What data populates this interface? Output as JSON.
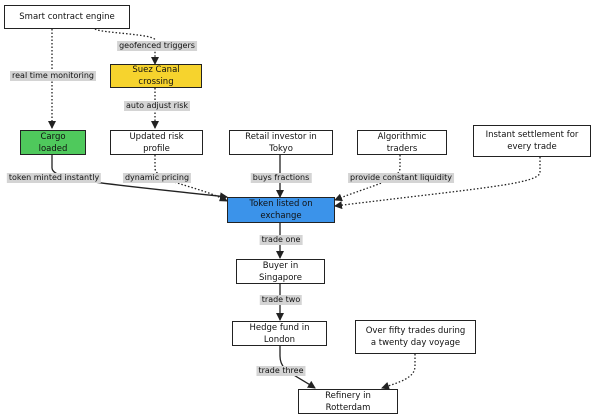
{
  "nodes": {
    "engine": "Smart contract engine",
    "suez": "Suez Canal crossing",
    "cargo": "Cargo loaded",
    "risk": "Updated risk profile",
    "retail": "Retail investor in Tokyo",
    "algo": "Algorithmic traders",
    "instant": "Instant settlement for every trade",
    "token": "Token listed on exchange",
    "singapore": "Buyer in Singapore",
    "hedge": "Hedge fund in London",
    "fifty": "Over fifty trades during a twenty day voyage",
    "refinery": "Refinery in Rotterdam"
  },
  "node_colors": {
    "suez": "#f6d32d",
    "cargo": "#4fc95c",
    "token": "#3b93ea"
  },
  "edges": {
    "engine_cargo": "real time monitoring",
    "engine_suez": "geofenced triggers",
    "suez_risk": "auto adjust risk",
    "cargo_token": "token minted instantly",
    "risk_token": "dynamic pricing",
    "retail_token": "buys fractions",
    "algo_token": "provide constant liquidity",
    "token_singapore": "trade one",
    "singapore_hedge": "trade two",
    "hedge_refinery": "trade three"
  }
}
